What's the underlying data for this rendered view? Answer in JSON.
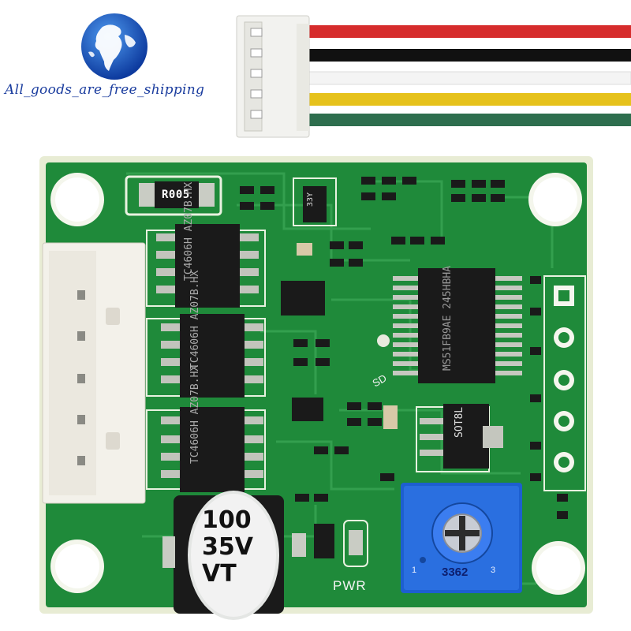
{
  "watermark": {
    "brand_text": "All_goods_are_free_shipping",
    "logo_icon": "globe-logo-icon"
  },
  "cable": {
    "connector_pins": 5,
    "wire_colors": [
      "#d62c2c",
      "#111111",
      "#f4f4f4",
      "#e6c21c",
      "#2e6e4e"
    ]
  },
  "board": {
    "color": "#1f8a3a",
    "shunt_resistor_label": "R005",
    "driver_ics": [
      {
        "label": "TC4606H AZ07B.HX"
      },
      {
        "label": "TC4606H AZ07B.HX"
      },
      {
        "label": "TC4606H AZ07B.HX"
      }
    ],
    "controller_chip_label": "MS51FB9AE 245HBHA",
    "regulator_label": "SOT8L",
    "transistor_label": "33Y",
    "capacitor_text": [
      "100",
      "35V",
      "VT"
    ],
    "silkscreen_pwr": "PWR",
    "silkscreen_sd": "SD",
    "potentiometer": {
      "model": "3362",
      "pin_left": "1",
      "pin_right": "3"
    },
    "header_pins": 5
  }
}
